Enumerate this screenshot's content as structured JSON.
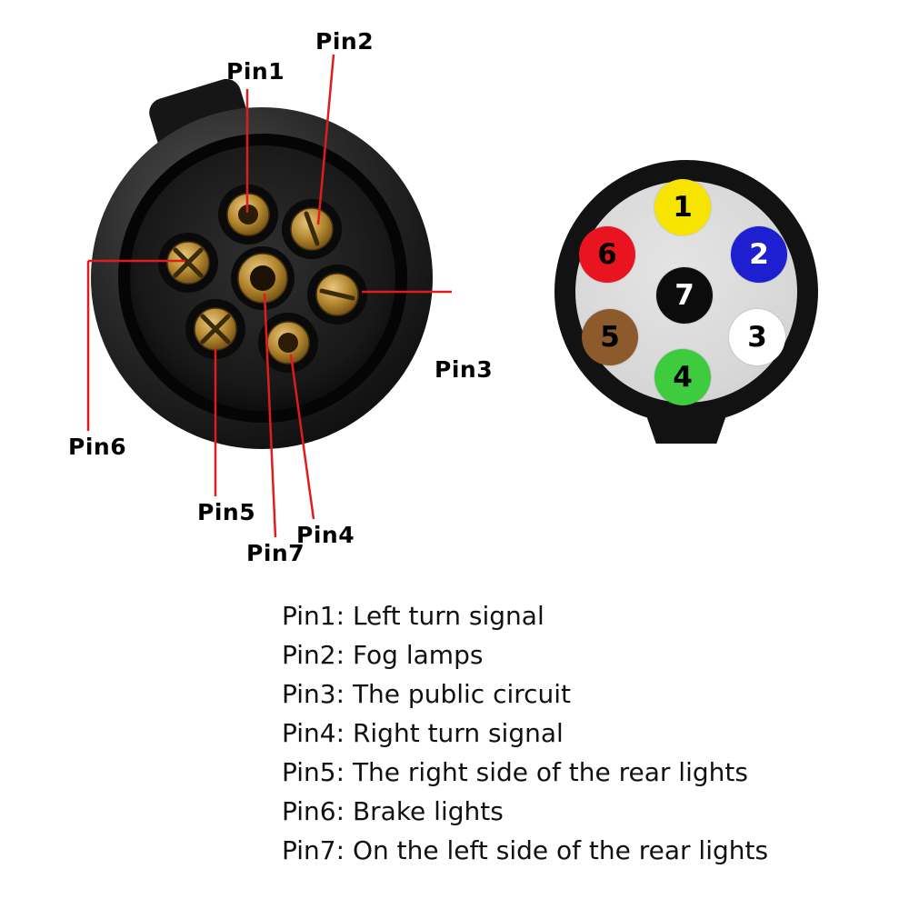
{
  "callout_line_color": "#e01c1c",
  "callouts": [
    {
      "pin": 1,
      "label": "Pin1"
    },
    {
      "pin": 2,
      "label": "Pin2"
    },
    {
      "pin": 3,
      "label": "Pin3"
    },
    {
      "pin": 4,
      "label": "Pin4"
    },
    {
      "pin": 5,
      "label": "Pin5"
    },
    {
      "pin": 6,
      "label": "Pin6"
    },
    {
      "pin": 7,
      "label": "Pin7"
    }
  ],
  "schematic": {
    "housing_color": "#121212",
    "face_color": "#d9d9d9",
    "pins": [
      {
        "number": "1",
        "color": "#f6e400",
        "text_color": "#000000",
        "position": "top"
      },
      {
        "number": "2",
        "color": "#1f1fd2",
        "text_color": "#ffffff",
        "position": "upper-right"
      },
      {
        "number": "3",
        "color": "#ffffff",
        "text_color": "#000000",
        "position": "lower-right"
      },
      {
        "number": "4",
        "color": "#3ecb3e",
        "text_color": "#000000",
        "position": "bottom"
      },
      {
        "number": "5",
        "color": "#8d5a2b",
        "text_color": "#000000",
        "position": "lower-left"
      },
      {
        "number": "6",
        "color": "#ea1420",
        "text_color": "#000000",
        "position": "upper-left"
      },
      {
        "number": "7",
        "color": "#0c0c0c",
        "text_color": "#ffffff",
        "position": "center"
      }
    ]
  },
  "legend": {
    "items": [
      {
        "text": "Pin1: Left turn signal"
      },
      {
        "text": "Pin2: Fog lamps"
      },
      {
        "text": "Pin3: The public circuit"
      },
      {
        "text": "Pin4: Right turn signal"
      },
      {
        "text": "Pin5: The right side of the rear lights"
      },
      {
        "text": "Pin6: Brake lights"
      },
      {
        "text": "Pin7: On the left side of the rear lights"
      }
    ]
  }
}
